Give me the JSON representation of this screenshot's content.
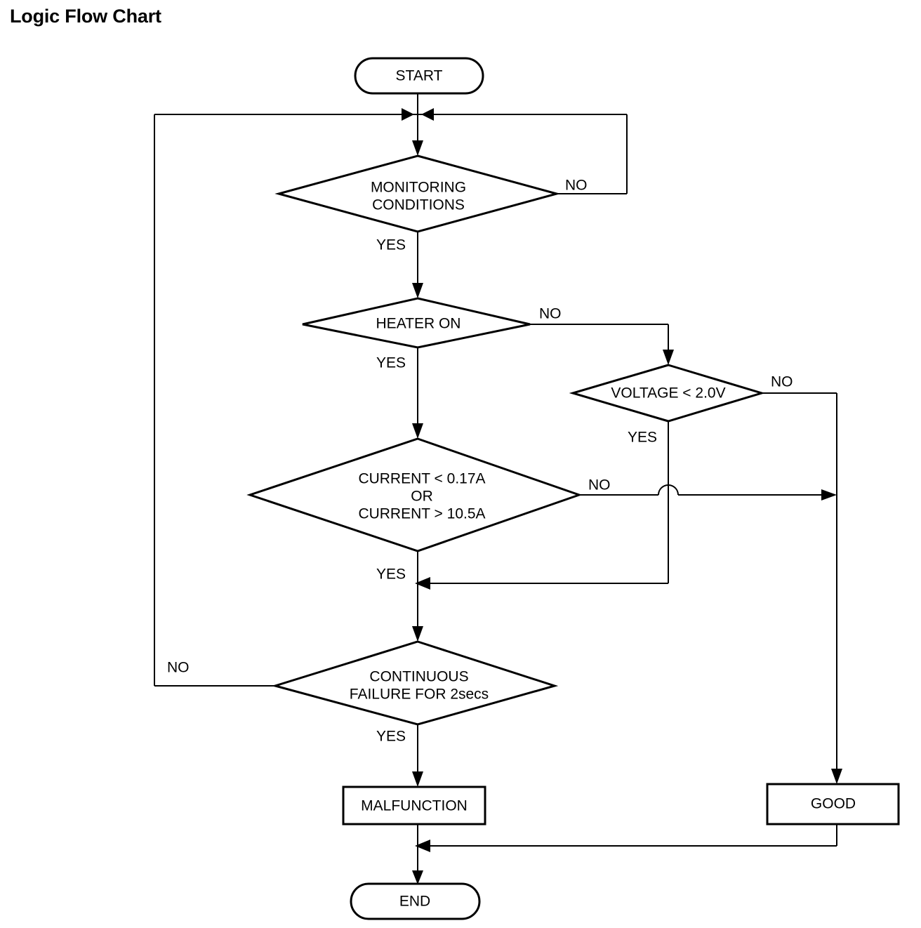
{
  "page": {
    "title": "Logic Flow Chart"
  },
  "diagram": {
    "type": "flowchart",
    "orientation": "top-to-bottom",
    "nodes": [
      {
        "id": "start",
        "shape": "terminator",
        "label": "START"
      },
      {
        "id": "monitoring",
        "shape": "decision",
        "label": "MONITORING CONDITIONS",
        "line1": "MONITORING",
        "line2": "CONDITIONS"
      },
      {
        "id": "heater",
        "shape": "decision",
        "label": "HEATER ON",
        "line1": "HEATER ON"
      },
      {
        "id": "voltage",
        "shape": "decision",
        "label": "VOLTAGE < 2.0V",
        "line1": "VOLTAGE < 2.0V"
      },
      {
        "id": "current",
        "shape": "decision",
        "label": "CURRENT < 0.17A OR CURRENT > 10.5A",
        "line1": "CURRENT < 0.17A",
        "line2": "OR",
        "line3": "CURRENT > 10.5A"
      },
      {
        "id": "continuous",
        "shape": "decision",
        "label": "CONTINUOUS FAILURE FOR 2secs",
        "line1": "CONTINUOUS",
        "line2": "FAILURE FOR 2secs"
      },
      {
        "id": "malfunction",
        "shape": "process",
        "label": "MALFUNCTION"
      },
      {
        "id": "good",
        "shape": "process",
        "label": "GOOD"
      },
      {
        "id": "end",
        "shape": "terminator",
        "label": "END"
      }
    ],
    "edge_labels": {
      "monitoring_no": "NO",
      "monitoring_yes": "YES",
      "heater_no": "NO",
      "heater_yes": "YES",
      "voltage_no": "NO",
      "voltage_yes": "YES",
      "current_no": "NO",
      "current_yes": "YES",
      "continuous_no": "NO",
      "continuous_yes": "YES"
    },
    "edges": [
      {
        "from": "start",
        "to": "monitoring",
        "label": ""
      },
      {
        "from": "monitoring",
        "to": "start_merge",
        "label": "NO"
      },
      {
        "from": "monitoring",
        "to": "heater",
        "label": "YES"
      },
      {
        "from": "heater",
        "to": "voltage",
        "label": "NO"
      },
      {
        "from": "heater",
        "to": "current",
        "label": "YES"
      },
      {
        "from": "voltage",
        "to": "good",
        "label": "NO"
      },
      {
        "from": "voltage",
        "to": "continuous",
        "label": "YES"
      },
      {
        "from": "current",
        "to": "good",
        "label": "NO"
      },
      {
        "from": "current",
        "to": "continuous",
        "label": "YES"
      },
      {
        "from": "continuous",
        "to": "start_merge",
        "label": "NO"
      },
      {
        "from": "continuous",
        "to": "malfunction",
        "label": "YES"
      },
      {
        "from": "malfunction",
        "to": "end",
        "label": ""
      },
      {
        "from": "good",
        "to": "end",
        "label": ""
      }
    ],
    "colors": {
      "stroke": "#000000",
      "fill": "#ffffff",
      "text": "#000000"
    }
  }
}
